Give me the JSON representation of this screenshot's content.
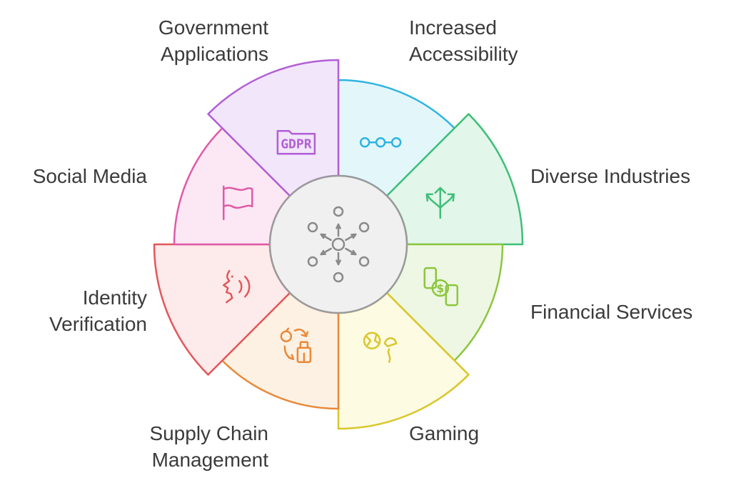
{
  "segments": [
    {
      "id": "increased-accessibility",
      "lines": [
        "Increased",
        "Accessibility"
      ],
      "icon": "connected-dots-icon",
      "fill": "#e3f7fb",
      "stroke": "#2fb4e0",
      "text": null
    },
    {
      "id": "diverse-industries",
      "lines": [
        "Diverse Industries"
      ],
      "icon": "branching-arrows-icon",
      "fill": "#e2f6ea",
      "stroke": "#3fbf78",
      "text": null
    },
    {
      "id": "financial-services",
      "lines": [
        "Financial Services"
      ],
      "icon": "money-exchange-icon",
      "fill": "#eef7e3",
      "stroke": "#8cc63f",
      "text": null
    },
    {
      "id": "gaming",
      "lines": [
        "Gaming"
      ],
      "icon": "globe-headset-icon",
      "fill": "#fdfbe2",
      "stroke": "#d9c72b",
      "text": null
    },
    {
      "id": "supply-chain-management",
      "lines": [
        "Supply Chain",
        "Management"
      ],
      "icon": "product-cycle-icon",
      "fill": "#fdf1e3",
      "stroke": "#e9893a",
      "text": null
    },
    {
      "id": "identity-verification",
      "lines": [
        "Identity",
        "Verification"
      ],
      "icon": "voice-recognition-icon",
      "fill": "#fdeaea",
      "stroke": "#e2575b",
      "text": null
    },
    {
      "id": "social-media",
      "lines": [
        "Social Media"
      ],
      "icon": "flag-icon",
      "fill": "#fce8f4",
      "stroke": "#e05aa8",
      "text": null
    },
    {
      "id": "government-applications",
      "lines": [
        "Government",
        "Applications"
      ],
      "icon": "gdpr-folder-icon",
      "fill": "#f2e6fb",
      "stroke": "#b25fd6",
      "text": "GDPR"
    }
  ],
  "center": {
    "icon": "network-hub-icon",
    "fill": "#f0f0f0",
    "stroke": "#9a9a9a"
  }
}
